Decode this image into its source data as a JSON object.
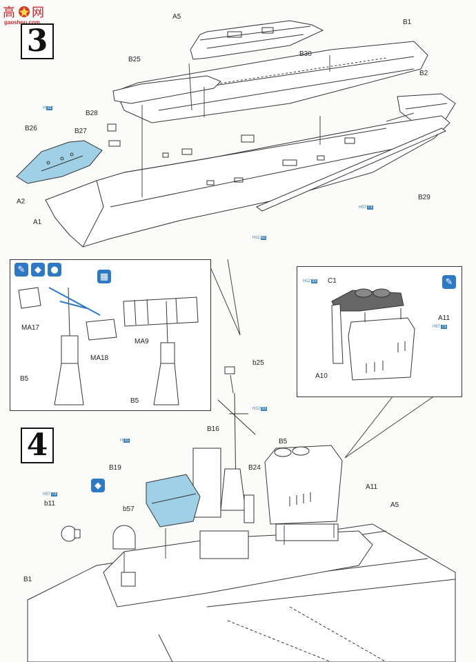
{
  "watermark": {
    "glyphs": "高 网",
    "url": "gaoshou.com"
  },
  "steps": [
    {
      "number": "3"
    },
    {
      "number": "4"
    }
  ],
  "step3_labels": {
    "a5": "A5",
    "b1": "B1",
    "b30": "B30",
    "b25": "B25",
    "b2": "B2",
    "b28": "B28",
    "b27": "B27",
    "b26": "B26",
    "a2": "A2",
    "a1": "A1",
    "b29": "B29"
  },
  "step3_paint": [
    {
      "prefix": "H",
      "code": "31",
      "ref": "B26"
    },
    {
      "prefix": "H",
      "code": "57",
      "code2": "73",
      "ref": "B29"
    },
    {
      "prefix": "H",
      "code": "11",
      "code2": "62",
      "ref": "B29-end"
    }
  ],
  "inset_left": {
    "labels": {
      "ma17": "MA17",
      "ma18": "MA18",
      "ma9": "MA9",
      "b5a": "B5",
      "b5b": "B5"
    },
    "icons": [
      "brush-icon",
      "flip-icon",
      "drop-icon",
      "decal-icon"
    ]
  },
  "inset_right": {
    "labels": {
      "c1": "C1",
      "a11": "A11",
      "a10": "A10"
    },
    "paint": [
      {
        "prefix": "H",
        "code": "12",
        "code2": "33",
        "ref": "C1"
      },
      {
        "prefix": "H",
        "code": "57",
        "code2": "73",
        "ref": "A11"
      }
    ],
    "icons": [
      "brush-icon"
    ]
  },
  "step4_labels": {
    "b25": "b25",
    "b5": "B5",
    "b16": "B16",
    "b19": "B19",
    "b24": "B24",
    "a11": "A11",
    "a5": "A5",
    "b11": "b11",
    "b57": "b57",
    "b1": "B1"
  },
  "step4_paint": [
    {
      "prefix": "H",
      "code": "12",
      "code2": "33",
      "ref": "mast"
    },
    {
      "prefix": "H",
      "code": "31",
      "ref": "B19"
    },
    {
      "prefix": "H",
      "code": "57",
      "code2": "73",
      "ref": "b11"
    }
  ],
  "step4_icons": [
    "flip-icon"
  ]
}
